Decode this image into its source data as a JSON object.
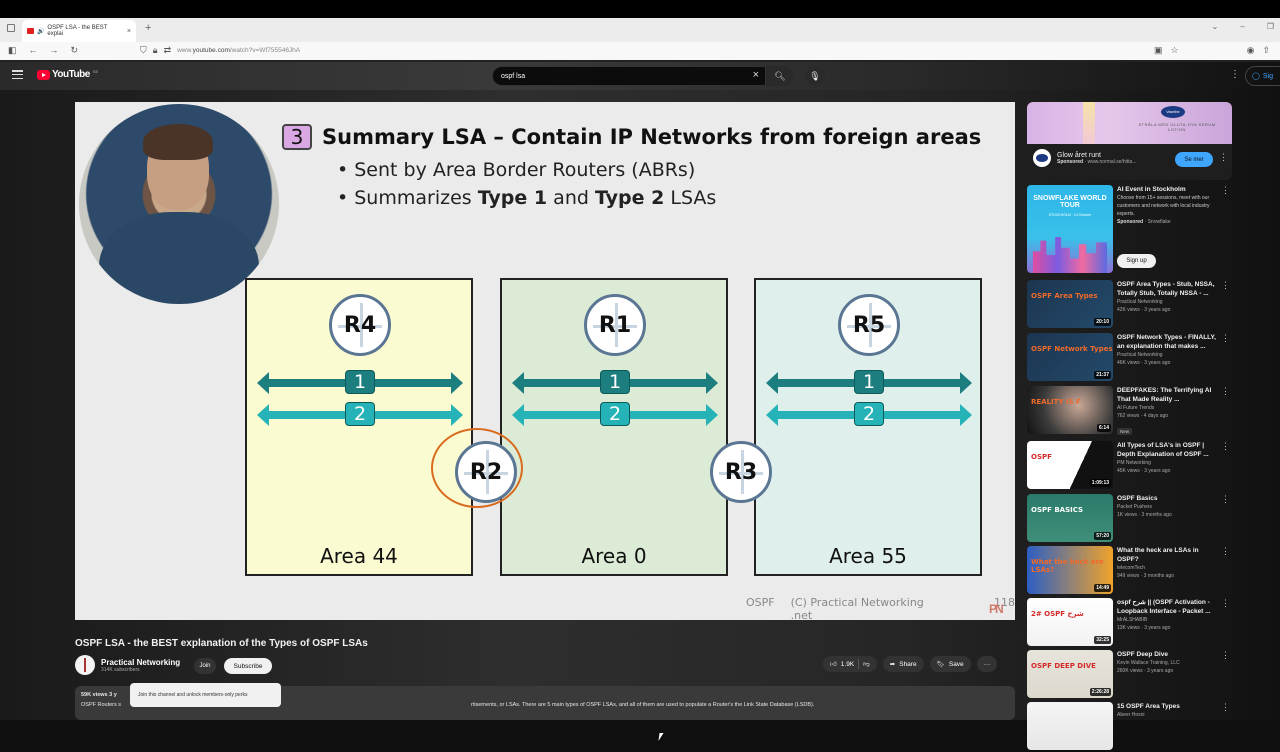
{
  "browser": {
    "tab_title": "OSPF LSA - the BEST explai",
    "url_prefix": "www.",
    "url_domain": "youtube.com",
    "url_path": "/watch?v=Wf755546JhA",
    "new_tab_label": "+",
    "tab_close": "×"
  },
  "youtube": {
    "logo_text": "YouTube",
    "region": "SE",
    "search_value": "ospf lsa",
    "clear_label": "×",
    "signin_label": "Sig"
  },
  "slide": {
    "number": "3",
    "title": "Summary LSA – Contain IP Networks from foreign areas",
    "bullet1": "Sent by Area Border Routers (ABRs)",
    "bullet2_pre": "Summarizes ",
    "bullet2_b1": "Type 1",
    "bullet2_mid": " and ",
    "bullet2_b2": "Type 2",
    "bullet2_post": " LSAs",
    "areas": [
      {
        "label": "Area 44",
        "router": "R4",
        "color": "#fbfbd2"
      },
      {
        "label": "Area 0",
        "router": "R1",
        "color": "#dcebd6"
      },
      {
        "label": "Area 55",
        "router": "R5",
        "color": "#dff0ec"
      }
    ],
    "abrs": [
      "R2",
      "R3"
    ],
    "lsa_tags": [
      "1",
      "2"
    ],
    "highlight_router": "R2",
    "footer_topic": "OSPF",
    "footer_copyright": "(C) Practical Networking .net",
    "footer_page": "118",
    "footer_logo": "PN"
  },
  "video": {
    "title": "OSPF LSA - the BEST explanation of the Types of OSPF LSAs",
    "channel": "Practical Networking",
    "subscribers": "314K subscribers",
    "join_label": "Join",
    "subscribe_label": "Subscribe",
    "join_tooltip": "Join this channel and unlock members-only perks",
    "likes": "1.9K",
    "share_label": "Share",
    "save_label": "Save",
    "more_label": "···",
    "views": "59K views",
    "age_partial": "3 y",
    "description_start": "OSPF Routers s",
    "description_end": "rtisements, or LSAs. There are 5 main types of OSPF LSAs, and all of them are used to populate a Router's the Link State Database (LSDB)."
  },
  "sidebar": {
    "ad1": {
      "banner_brand": "Vaseline",
      "banner_text": "STRÅLA MED GLUTA-HYA SERUM LOTION",
      "title": "Glow året runt",
      "sponsored": "Sponsored",
      "domain": "www.normal.se/hitta...",
      "cta": "Se mer"
    },
    "ad2": {
      "thumb_title": "SNOWFLAKE WORLD TOUR",
      "thumb_sub": "STOCKHOLM · 14 October",
      "title": "AI Event in Stockholm",
      "desc": "Choose from 15+ sessions, meet with our customers and network with local industry experts.",
      "sponsored": "Sponsored",
      "advertiser": "Snowflake",
      "cta": "Sign up"
    },
    "videos": [
      {
        "title": "OSPF Area Types - Stub, NSSA, Totally Stub, Totally NSSA - ...",
        "channel": "Practical Networking",
        "meta": "42K views · 3 years ago",
        "duration": "20:10",
        "thumb": "OSPF Area Types"
      },
      {
        "title": "OSPF Network Types - FINALLY, an explanation that makes ...",
        "channel": "Practical Networking",
        "meta": "46K views · 3 years ago",
        "duration": "21:37",
        "thumb": "OSPF Network Types"
      },
      {
        "title": "DEEPFAKES: The Terrifying AI That Made Reality ...",
        "channel": "AI Future Trends",
        "meta": "762 views · 4 days ago",
        "duration": "6:14",
        "badge": "New",
        "thumb": "REALITY IS F"
      },
      {
        "title": "All Types of LSA's in OSPF | Depth Explanation of OSPF ...",
        "channel": "PM Networking",
        "meta": "45K views · 3 years ago",
        "duration": "1:09:13",
        "thumb": "OSPF"
      },
      {
        "title": "OSPF Basics",
        "channel": "Packet Pushers",
        "meta": "1K views · 3 months ago",
        "duration": "57:20",
        "thumb": "OSPF BASICS"
      },
      {
        "title": "What the heck are LSAs in OSPF?",
        "channel": "telecomTech",
        "meta": "949 views · 3 months ago",
        "duration": "14:49",
        "thumb": "What the heck are LSAs?"
      },
      {
        "title": "ospf شرح || (OSPF Activation - Loopback Interface - Packet ...",
        "channel": "MrALSHABIB",
        "meta": "13K views · 3 years ago",
        "duration": "32:25",
        "thumb": "2# OSPF شرح"
      },
      {
        "title": "OSPF Deep Dive",
        "channel": "Kevin Wallace Training, LLC",
        "meta": "260K views · 3 years ago",
        "duration": "2:26:28",
        "thumb": "OSPF DEEP DIVE"
      },
      {
        "title": "15 OSPF Area Types",
        "channel": "Abeer Hosni",
        "meta": "",
        "duration": "",
        "thumb": ""
      }
    ]
  }
}
